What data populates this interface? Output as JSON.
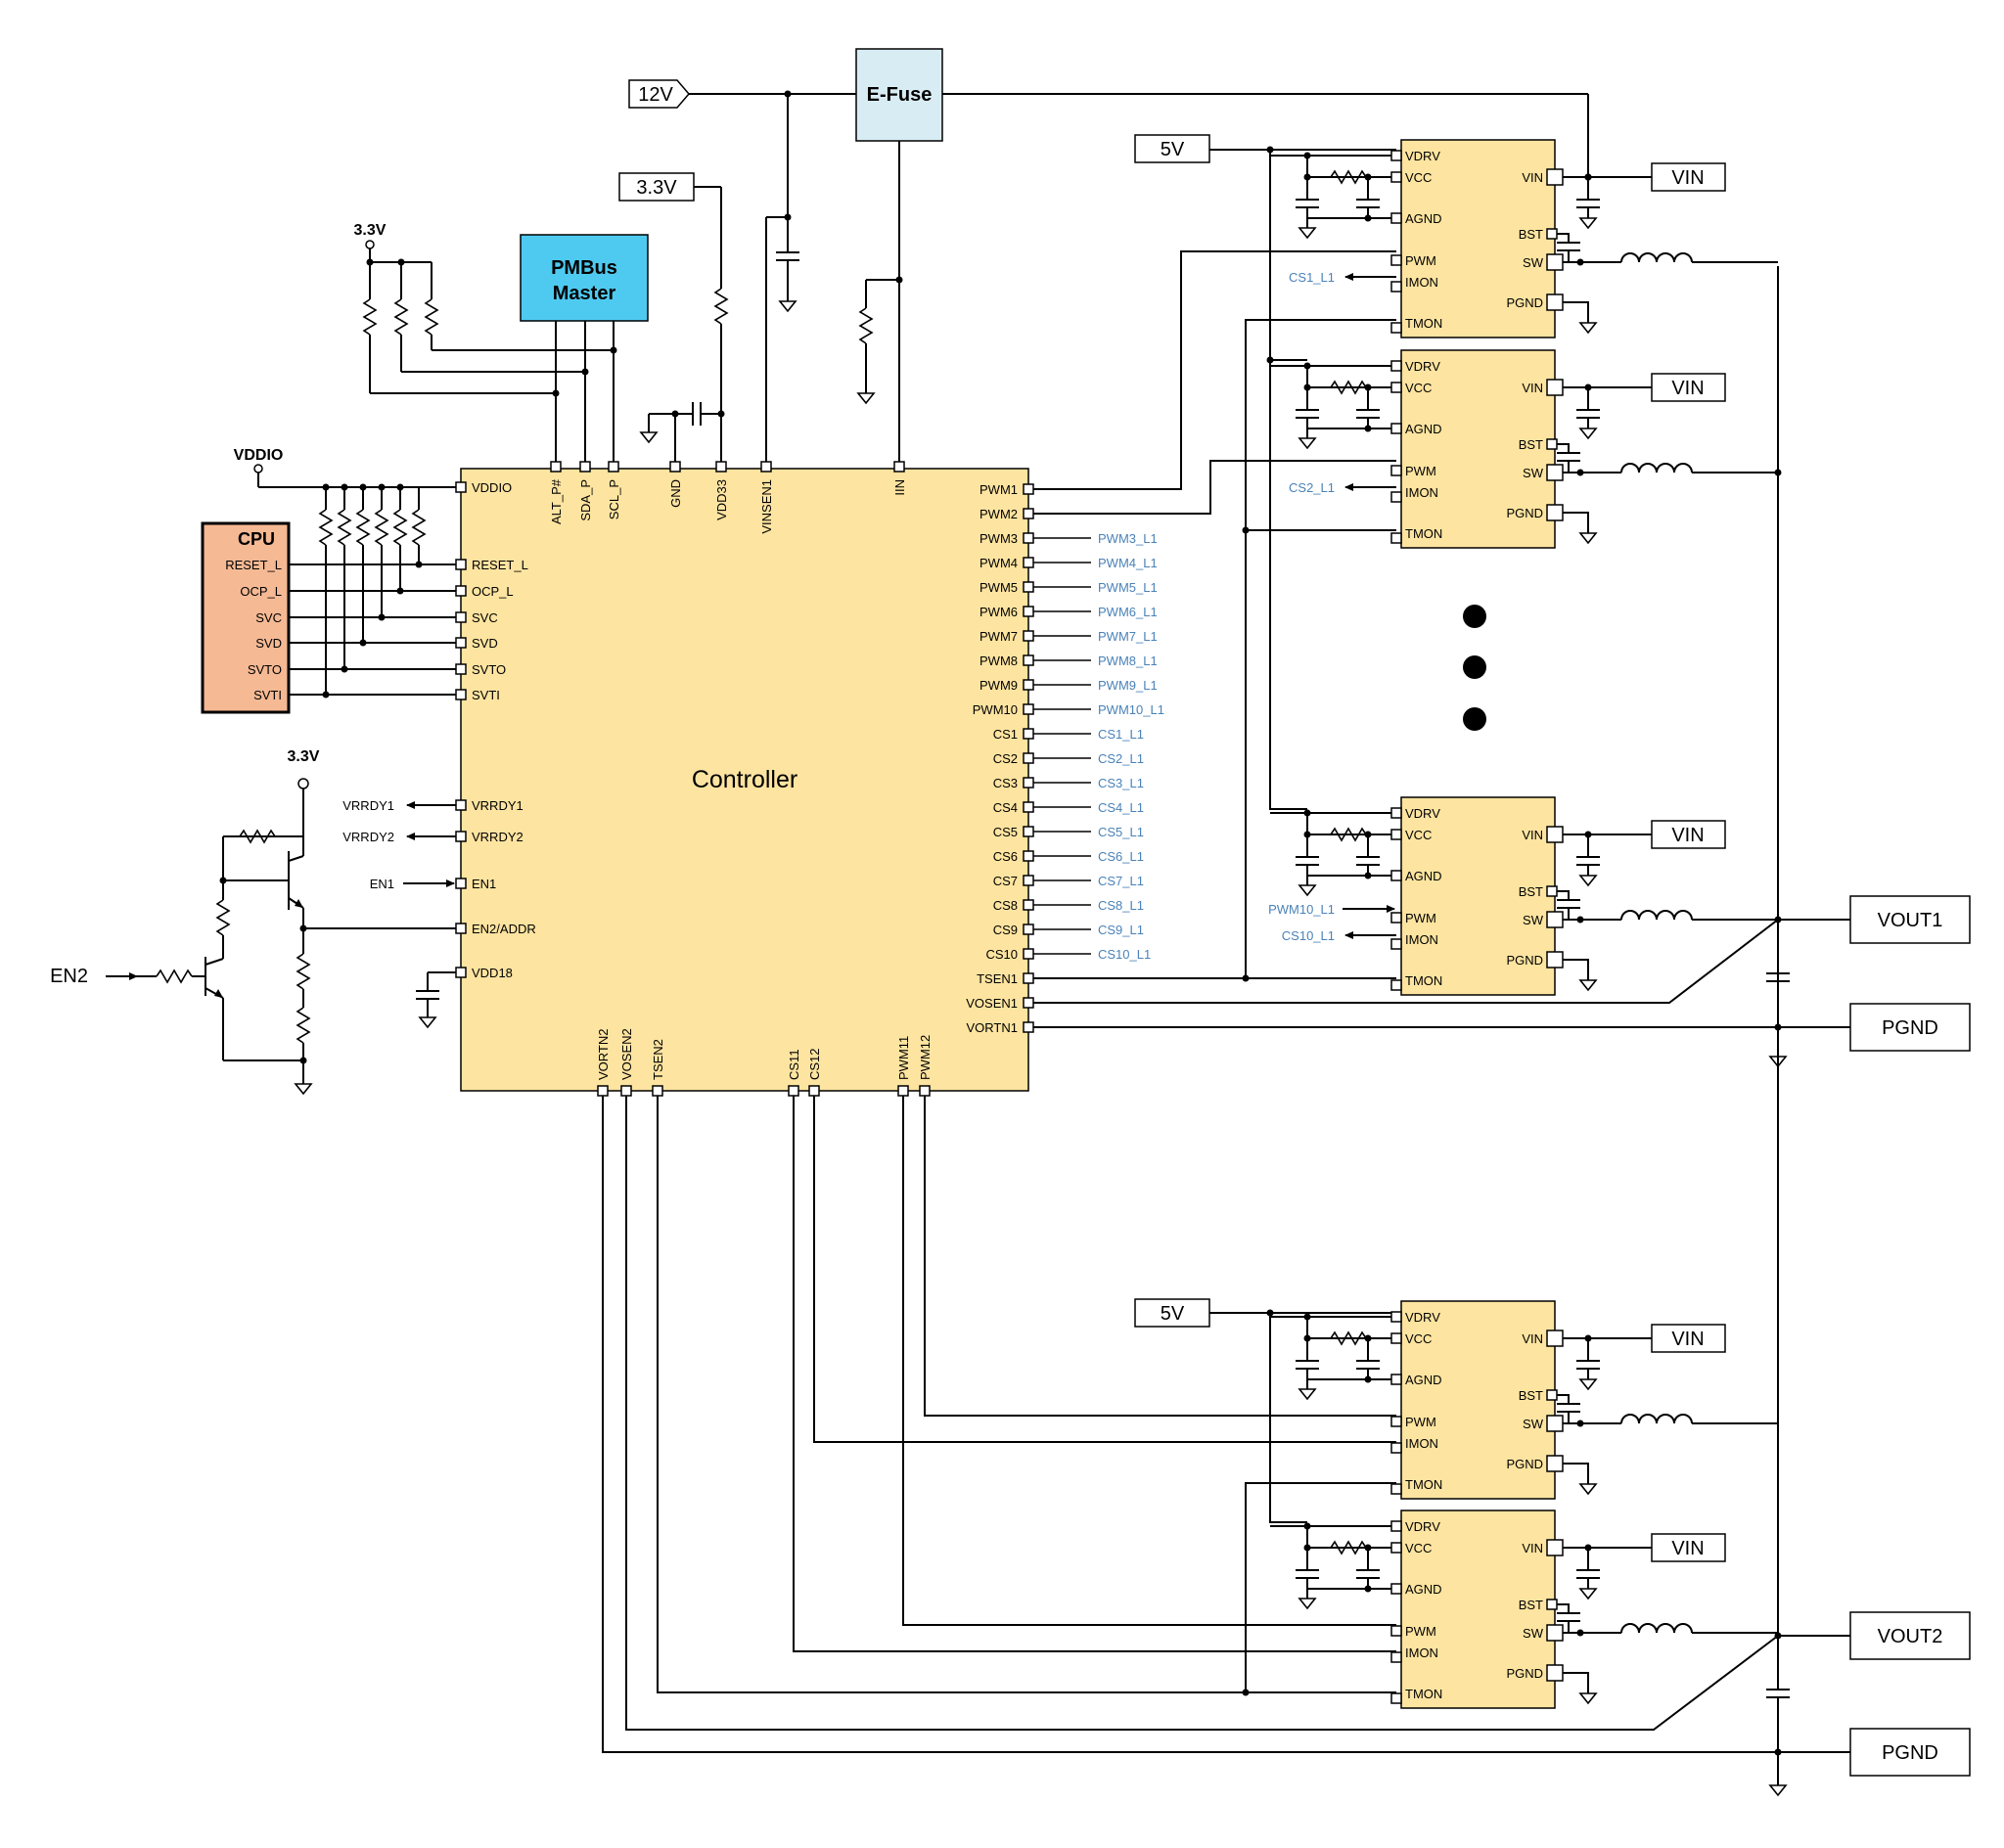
{
  "colors": {
    "controller": "#fde4a0",
    "phase": "#fde4a0",
    "cpu": "#f5b994",
    "pmbus": "#4ecaf0",
    "efuse": "#d8ecf4",
    "net_label": "#4a82b8"
  },
  "rails": {
    "v12": "12V",
    "v33": "3.3V",
    "v5": "5V",
    "vin": "VIN",
    "vddio": "VDDIO",
    "efuse": "E-Fuse"
  },
  "pmbus": {
    "line1": "PMBus",
    "line2": "Master"
  },
  "controller": {
    "title": "Controller",
    "top_pins": [
      "ALT_P#",
      "SDA_P",
      "SCL_P",
      "GND",
      "VDD33",
      "VINSEN1",
      "IIN"
    ],
    "left_pins": [
      "VDDIO",
      "RESET_L",
      "OCP_L",
      "SVC",
      "SVD",
      "SVTO",
      "SVTI",
      "VRRDY1",
      "VRRDY2",
      "EN1",
      "EN2/ADDR",
      "VDD18"
    ],
    "right_pins": [
      "PWM1",
      "PWM2",
      "PWM3",
      "PWM4",
      "PWM5",
      "PWM6",
      "PWM7",
      "PWM8",
      "PWM9",
      "PWM10",
      "CS1",
      "CS2",
      "CS3",
      "CS4",
      "CS5",
      "CS6",
      "CS7",
      "CS8",
      "CS9",
      "CS10",
      "TSEN1",
      "VOSEN1",
      "VORTN1"
    ],
    "bottom_pins": [
      "VORTN2",
      "VOSEN2",
      "TSEN2",
      "CS11",
      "CS12",
      "PWM11",
      "PWM12"
    ]
  },
  "right_nets": [
    "PWM3_L1",
    "PWM4_L1",
    "PWM5_L1",
    "PWM6_L1",
    "PWM7_L1",
    "PWM8_L1",
    "PWM9_L1",
    "PWM10_L1",
    "CS1_L1",
    "CS2_L1",
    "CS3_L1",
    "CS4_L1",
    "CS5_L1",
    "CS6_L1",
    "CS7_L1",
    "CS8_L1",
    "CS9_L1",
    "CS10_L1"
  ],
  "cpu": {
    "title": "CPU",
    "pins": [
      "RESET_L",
      "OCP_L",
      "SVC",
      "SVD",
      "SVTO",
      "SVTI"
    ]
  },
  "signals": {
    "vrrdy1": "VRRDY1",
    "vrrdy2": "VRRDY2",
    "en1": "EN1",
    "en2": "EN2"
  },
  "phase": {
    "left_pins": [
      "VDRV",
      "VCC",
      "AGND",
      "PWM",
      "IMON",
      "TMON"
    ],
    "right_pins": [
      "VIN",
      "BST",
      "SW",
      "PGND"
    ]
  },
  "phase_nets": {
    "cs1": "CS1_L1",
    "cs2": "CS2_L1",
    "pwm10": "PWM10_L1",
    "cs10": "CS10_L1"
  },
  "outputs": {
    "vout1": "VOUT1",
    "vout2": "VOUT2",
    "pgnd": "PGND"
  }
}
